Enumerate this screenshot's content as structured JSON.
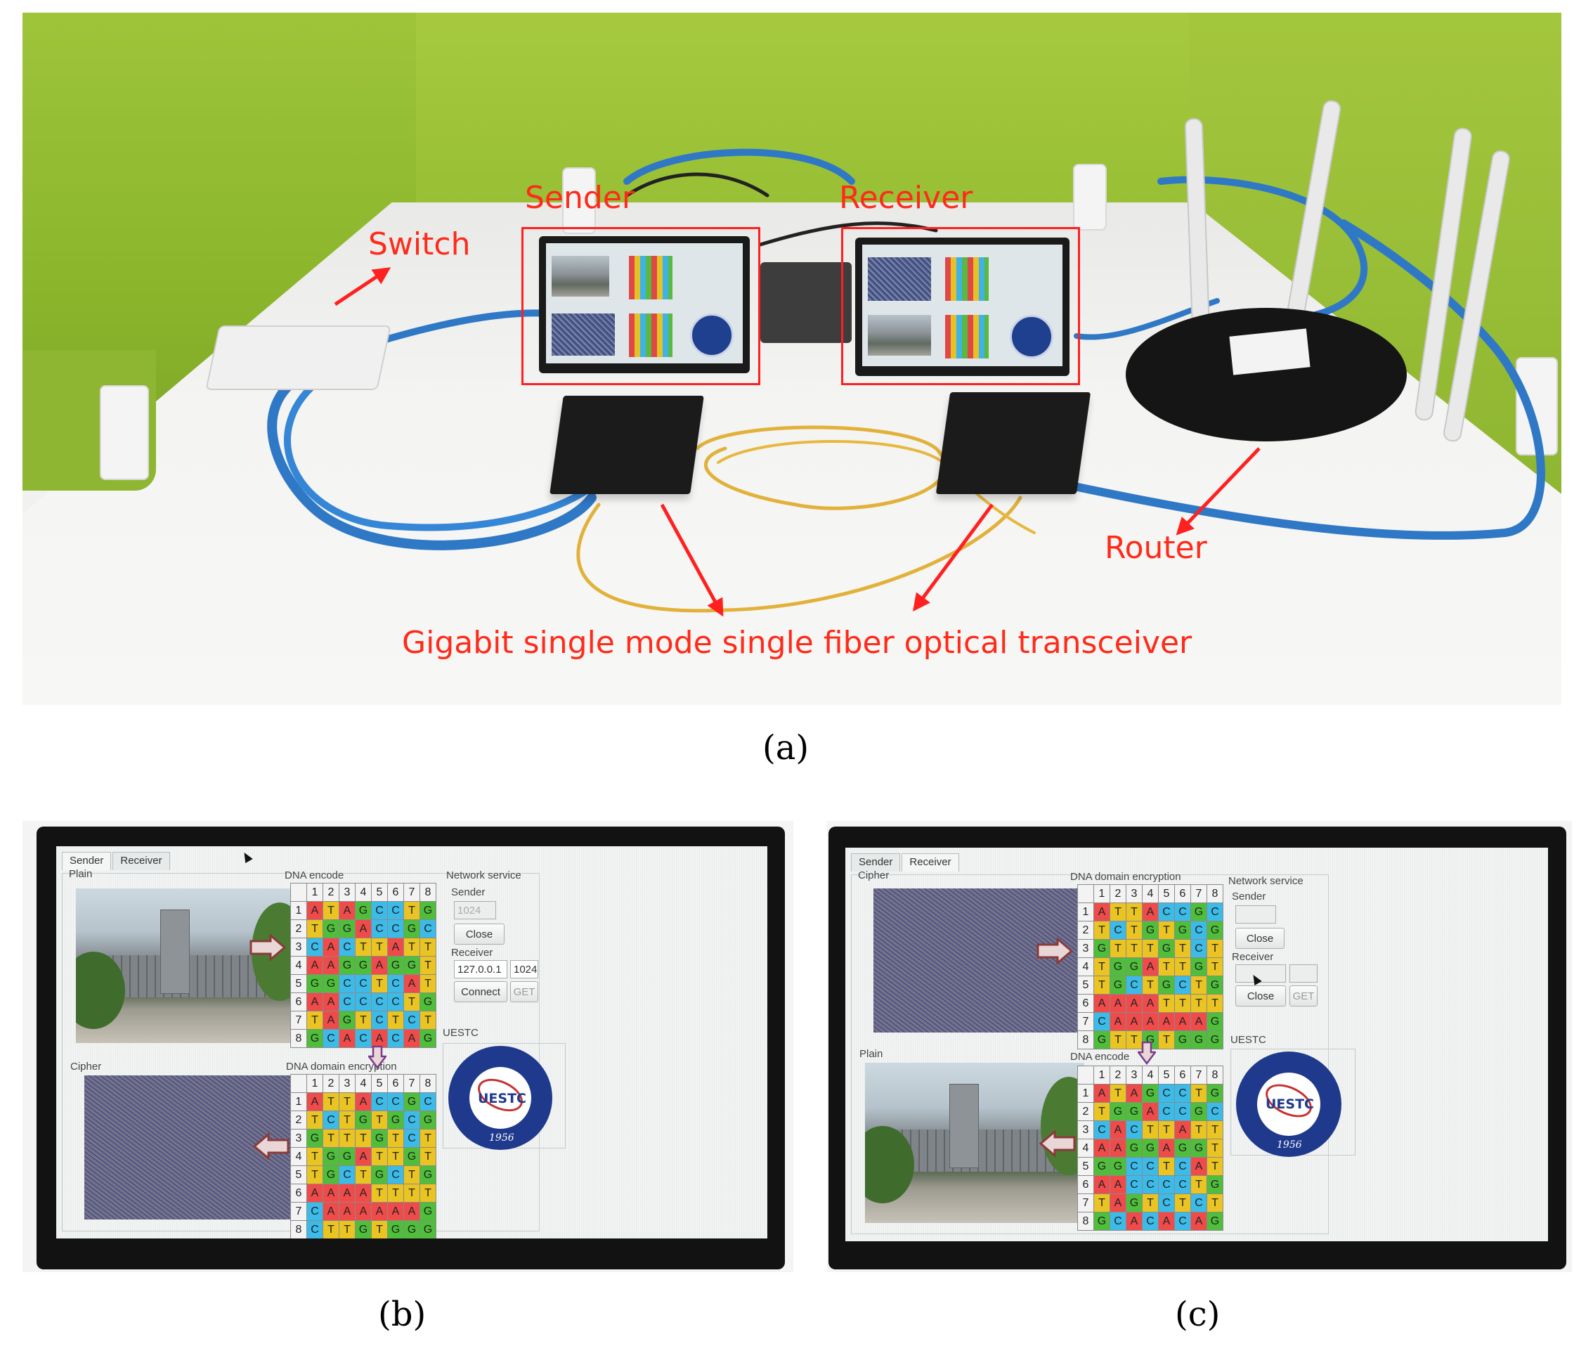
{
  "panel_a": {
    "labels": {
      "sender": "Sender",
      "receiver": "Receiver",
      "switch": "Switch",
      "router": "Router",
      "transceiver": "Gigabit single mode single fiber optical transceiver"
    },
    "caption": "(a)"
  },
  "panel_b": {
    "caption": "(b)",
    "tabs": [
      "Sender",
      "Receiver"
    ],
    "active_tab": "Sender",
    "top_image_label": "Plain",
    "bottom_image_label": "Cipher",
    "grid1_title": "DNA encode",
    "grid2_title": "DNA domain encryption",
    "network": {
      "title": "Network service",
      "sender_label": "Sender",
      "sender_port": "1024",
      "sender_button": "Close",
      "receiver_label": "Receiver",
      "receiver_ip": "127.0.0.1",
      "receiver_port": "1024",
      "connect_button": "Connect",
      "get_button": "GET"
    },
    "logo_title": "UESTC",
    "logo_text": "UESTC",
    "logo_year": "1956",
    "grid_headers": [
      "1",
      "2",
      "3",
      "4",
      "5",
      "6",
      "7",
      "8"
    ],
    "grid1": [
      "ATAGCCTG",
      "TGGACCGC",
      "CACTTATT",
      "AAGGAGGT",
      "GGCCTCAT",
      "AACCCCTG",
      "TAGTCTCT",
      "GCACACAG"
    ],
    "grid2": [
      "ATTACCGC",
      "TCTGTGCG",
      "GTTTGTCT",
      "TGGATTGT",
      "TGCTGCTG",
      "AAAATTTT",
      "CAAAAAAG",
      "CTTGTGGG"
    ],
    "colors": {
      "A": "#ef4b4b",
      "T": "#e9c423",
      "G": "#4fbe3b",
      "C": "#3cbbe9"
    }
  },
  "panel_c": {
    "caption": "(c)",
    "tabs": [
      "Sender",
      "Receiver"
    ],
    "active_tab": "Receiver",
    "top_image_label": "Cipher",
    "bottom_image_label": "Plain",
    "grid1_title": "DNA domain encryption",
    "grid2_title": "DNA encode",
    "network": {
      "title": "Network service",
      "sender_label": "Sender",
      "sender_button": "Close",
      "receiver_label": "Receiver",
      "close_button": "Close",
      "get_button": "GET"
    },
    "logo_title": "UESTC",
    "logo_text": "UESTC",
    "logo_year": "1956",
    "grid_headers": [
      "1",
      "2",
      "3",
      "4",
      "5",
      "6",
      "7",
      "8"
    ],
    "grid1": [
      "ATTACCGC",
      "TCTGTGCG",
      "GTTTGTCT",
      "TGGATTGT",
      "TGCTGCTG",
      "AAAATTTT",
      "CAAAAAAG",
      "GTTGTGGG"
    ],
    "grid2": [
      "ATAGCCTG",
      "TGGACCGC",
      "CACTTATT",
      "AAGGAGGT",
      "GGCCTCAT",
      "AACCCCTG",
      "TAGTCTCT",
      "GCACACAG"
    ]
  }
}
